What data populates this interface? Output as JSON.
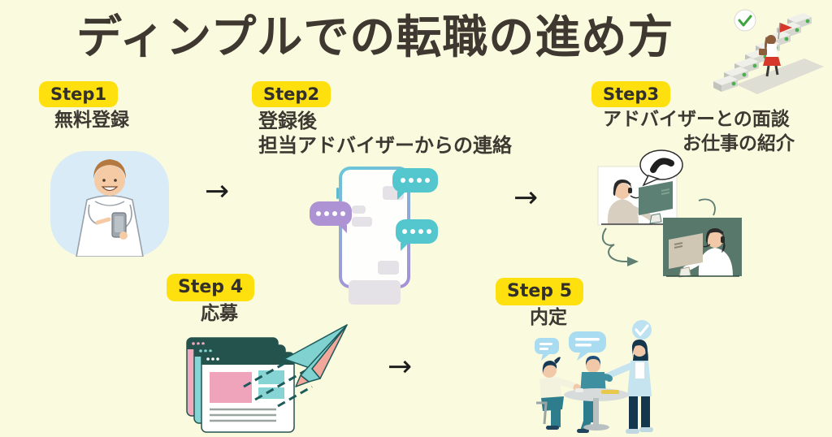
{
  "title": "ディンプルでの転職の進め方",
  "steps": [
    {
      "badge": "Step1",
      "caption_lines": [
        "無料登録"
      ]
    },
    {
      "badge": "Step2",
      "caption_lines": [
        "登録後",
        "担当アドバイザーからの連絡"
      ]
    },
    {
      "badge": "Step3",
      "caption_lines": [
        "アドバイザーとの面談",
        "お仕事の紹介"
      ]
    },
    {
      "badge": "Step 4",
      "caption_lines": [
        "応募"
      ]
    },
    {
      "badge": "Step 5",
      "caption_lines": [
        "内定"
      ]
    }
  ],
  "arrows": {
    "glyph": "→"
  },
  "colors": {
    "background": "#FAFADF",
    "badge_yellow": "#FFE00F",
    "title_text": "#3F3830",
    "caption_text": "#3D3831",
    "bubble_teal": "#53C7CD",
    "bubble_purple": "#AD93D3",
    "blob_blue": "#D8EBF7",
    "panel_green": "#57786B",
    "panel_beige": "#D8CFC0",
    "window_pink": "#F2A9BD",
    "window_teal": "#86D4D4",
    "window_bar": "#24534E",
    "plane_teal": "#7FD2CF",
    "plane_pink": "#F2A79B",
    "check_green": "#3FA33F",
    "flag_red": "#D6392C"
  }
}
